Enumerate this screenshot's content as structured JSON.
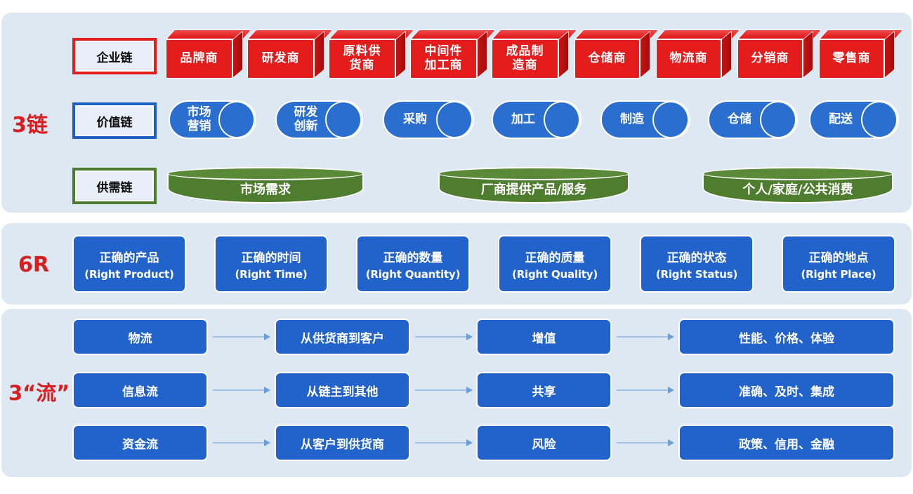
{
  "sections": {
    "chains": {
      "label": "3链",
      "accent_red": "#d81f20",
      "panel_bg": "#dde8f3",
      "rows": [
        {
          "name": "enterprise-chain",
          "label": "企业链",
          "border_color": "#e01f1f",
          "items": [
            "品牌商",
            "研发商",
            "原料供\n货商",
            "中间件\n加工商",
            "成品制\n造商",
            "仓储商",
            "物流商",
            "分销商",
            "零售商"
          ]
        },
        {
          "name": "value-chain",
          "label": "价值链",
          "border_color": "#1b5fc1",
          "items": [
            "市场\n营销",
            "研发\n创新",
            "采购",
            "加工",
            "制造",
            "仓储",
            "配送"
          ]
        },
        {
          "name": "supply-demand-chain",
          "label": "供需链",
          "border_color": "#4b7c2f",
          "items": [
            "市场需求",
            "厂商提供产品/服务",
            "个人/家庭/公共消费"
          ]
        }
      ]
    },
    "six_r": {
      "label": "6R",
      "cards": [
        {
          "cn": "正确的产品",
          "en": "(Right Product)"
        },
        {
          "cn": "正确的时间",
          "en": "(Right Time)"
        },
        {
          "cn": "正确的数量",
          "en": "(Right Quantity)"
        },
        {
          "cn": "正确的质量",
          "en": "(Right Quality)"
        },
        {
          "cn": "正确的状态",
          "en": "(Right Status)"
        },
        {
          "cn": "正确的地点",
          "en": "(Right Place)"
        }
      ]
    },
    "three_flows": {
      "label": "3“流”",
      "rows": [
        {
          "name": "logistics-flow",
          "cells": [
            "物流",
            "从供货商到客户",
            "增值",
            "性能、价格、体验"
          ]
        },
        {
          "name": "information-flow",
          "cells": [
            "信息流",
            "从链主到其他",
            "共享",
            "准确、及时、集成"
          ]
        },
        {
          "name": "capital-flow",
          "cells": [
            "资金流",
            "从客户到供货商",
            "风险",
            "政策、信用、金融"
          ]
        }
      ]
    }
  },
  "colors": {
    "red_box": "#e51c1c",
    "blue_shape": "#2a6fd0",
    "green_shape": "#4e7d2f",
    "card_blue": "#2163ca",
    "arrow": "#9fc0e8"
  }
}
